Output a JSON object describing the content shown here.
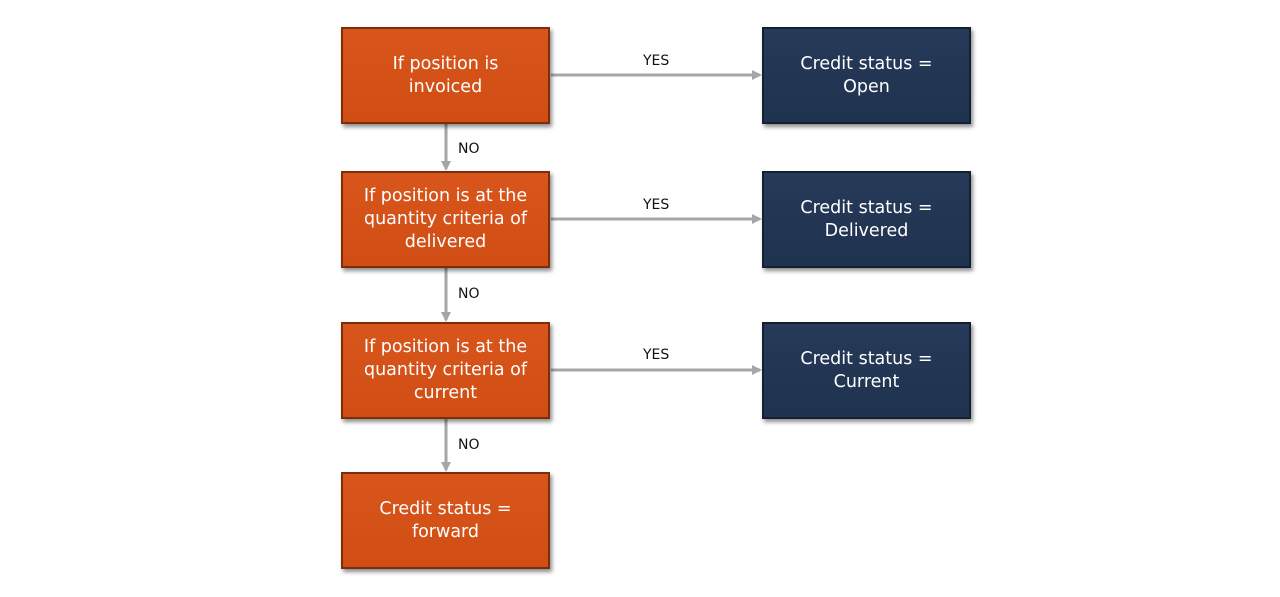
{
  "diagram": {
    "nodes": {
      "invoiced": "If position is\ninvoiced",
      "delivered_check": "If position is at the\nquantity criteria of\ndelivered",
      "current_check": "If position is at the\nquantity criteria of\ncurrent",
      "forward": "Credit status =\nforward",
      "open": "Credit status =\nOpen",
      "delivered": "Credit status =\nDelivered",
      "current": "Credit status =\nCurrent"
    },
    "edges": {
      "yes1": "YES",
      "yes2": "YES",
      "yes3": "YES",
      "no1": "NO",
      "no2": "NO",
      "no3": "NO"
    },
    "colors": {
      "decision_fill": "#d4521a",
      "result_fill": "#22375a",
      "arrow": "#a6a6a6"
    }
  }
}
